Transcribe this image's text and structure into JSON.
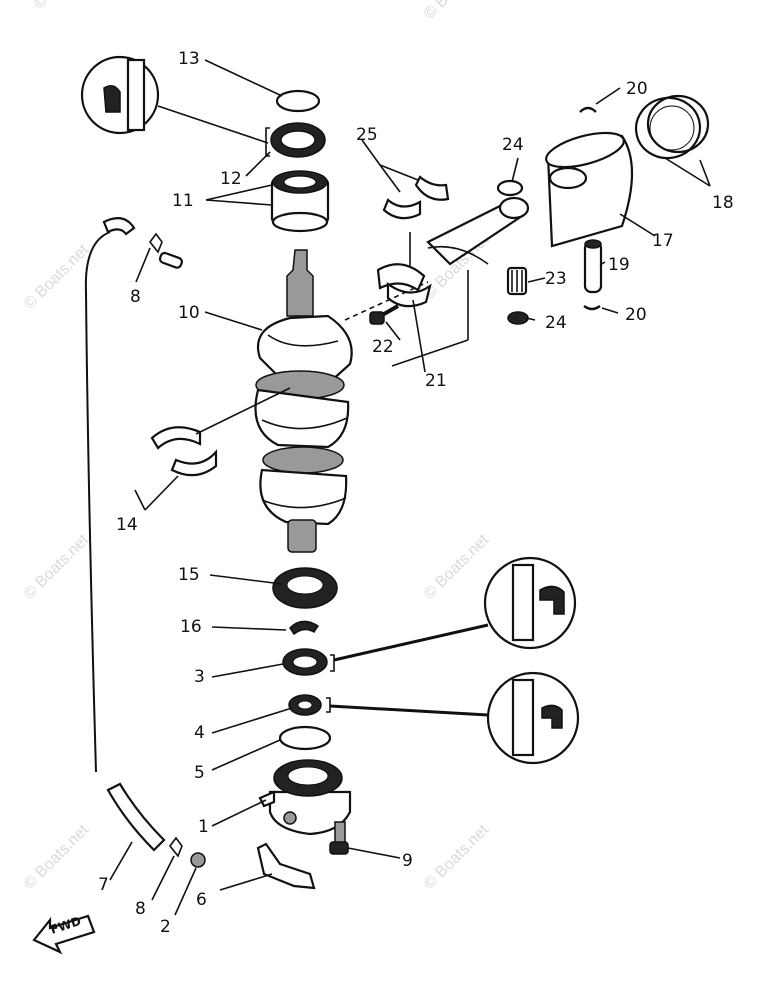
{
  "watermark_text": "© Boats.net",
  "fwd_label": "FWD",
  "callouts": [
    {
      "id": "callout-1",
      "text": "1"
    },
    {
      "id": "callout-2",
      "text": "2"
    },
    {
      "id": "callout-3",
      "text": "3"
    },
    {
      "id": "callout-4",
      "text": "4"
    },
    {
      "id": "callout-5",
      "text": "5"
    },
    {
      "id": "callout-6",
      "text": "6"
    },
    {
      "id": "callout-7",
      "text": "7"
    },
    {
      "id": "callout-8a",
      "text": "8"
    },
    {
      "id": "callout-8b",
      "text": "8"
    },
    {
      "id": "callout-9",
      "text": "9"
    },
    {
      "id": "callout-10",
      "text": "10"
    },
    {
      "id": "callout-11",
      "text": "11"
    },
    {
      "id": "callout-12",
      "text": "12"
    },
    {
      "id": "callout-13",
      "text": "13"
    },
    {
      "id": "callout-14",
      "text": "14"
    },
    {
      "id": "callout-15",
      "text": "15"
    },
    {
      "id": "callout-16",
      "text": "16"
    },
    {
      "id": "callout-17",
      "text": "17"
    },
    {
      "id": "callout-18",
      "text": "18"
    },
    {
      "id": "callout-19",
      "text": "19"
    },
    {
      "id": "callout-20a",
      "text": "20"
    },
    {
      "id": "callout-20b",
      "text": "20"
    },
    {
      "id": "callout-21",
      "text": "21"
    },
    {
      "id": "callout-22",
      "text": "22"
    },
    {
      "id": "callout-23",
      "text": "23"
    },
    {
      "id": "callout-24a",
      "text": "24"
    },
    {
      "id": "callout-24b",
      "text": "24"
    },
    {
      "id": "callout-25",
      "text": "25"
    }
  ]
}
